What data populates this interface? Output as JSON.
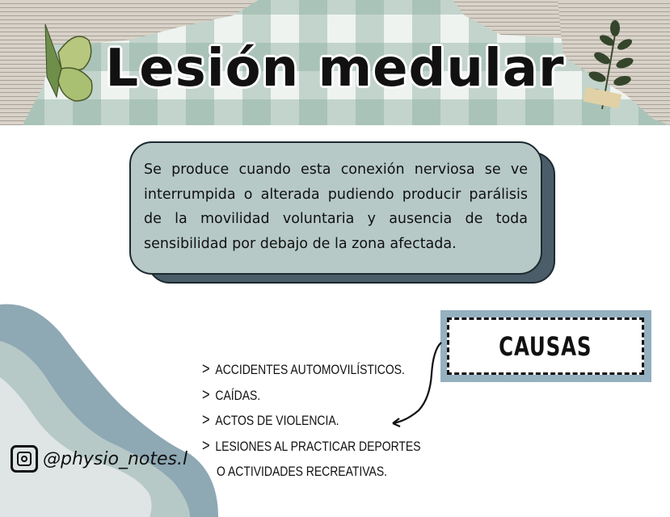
{
  "header": {
    "title": "Lesión medular"
  },
  "description": {
    "text": "Se produce cuando esta conexión nerviosa se ve interrumpida o alterada pudiendo producir parálisis de la movilidad voluntaria y ausencia de toda sensibilidad por debajo de la zona afectada."
  },
  "causas": {
    "label": "CAUSAS",
    "items": [
      "Accidentes automovilísticos.",
      "Caídas.",
      "Actos de violencia.",
      "Lesiones al practicar deportes",
      "o actividades recreativas."
    ],
    "bullet": ">"
  },
  "social": {
    "icon": "instagram-icon",
    "handle": "@physio_notes.l"
  },
  "colors": {
    "card_fill": "#b6c9c7",
    "card_shadow": "#4a5d68",
    "causas_frame": "#95b0bf",
    "wave_dark": "#8ea8b4",
    "wave_mid": "#b6c9c7",
    "wave_light": "#dfe5e5",
    "gingham": "#8cafa0"
  }
}
